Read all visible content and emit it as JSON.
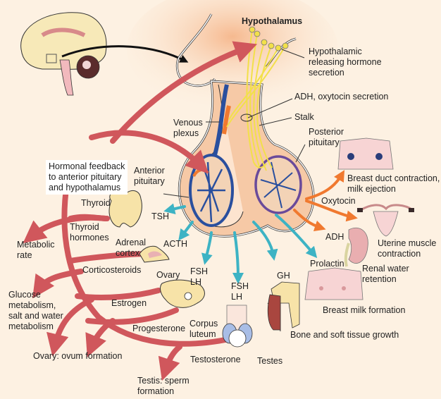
{
  "title": "Hypothalamus",
  "colors": {
    "background": "#fdf1e2",
    "feedback_arrow": "#d0575c",
    "anterior_arrow": "#3db3c4",
    "posterior_arrow": "#f0792f",
    "pituitary_fill": "#f6c9a6",
    "vessel_blue": "#2a4f9e",
    "nerve_yellow": "#f2e04a"
  },
  "labels": {
    "hypothalamus": "Hypothalamus",
    "releasing_hormone": "Hypothalamic\nreleasing hormone\nsecretion",
    "adh_oxytocin_secretion": "ADH, oxytocin secretion",
    "stalk": "Stalk",
    "venous_plexus": "Venous\nplexus",
    "posterior_pituitary": "Posterior\npituitary",
    "anterior_pituitary": "Anterior\npituitary",
    "feedback": "Hormonal feedback\nto anterior pituitary\nand hypothalamus",
    "thyroid": "Thyroid",
    "tsh": "TSH",
    "thyroid_hormones": "Thyroid\nhormones",
    "metabolic_rate": "Metabolic\nrate",
    "adrenal_cortex": "Adrenal\ncortex",
    "acth": "ACTH",
    "corticosteroids": "Corticosteroids",
    "ovary": "Ovary",
    "fsh_lh_1": "FSH\nLH",
    "fsh_lh_2": "FSH\nLH",
    "glucose": "Glucose\nmetabolism,\nsalt and water\nmetabolism",
    "estrogen": "Estrogen",
    "progesterone": "Progesterone",
    "corpus_luteum": "Corpus\nluteum",
    "ovum_formation": "Ovary: ovum formation",
    "testosterone": "Testosterone",
    "testes": "Testes",
    "sperm_formation": "Testis: sperm\nformation",
    "gh": "GH",
    "bone_growth": "Bone and soft tissue growth",
    "prolactin": "Prolactin",
    "breast_milk": "Breast milk formation",
    "adh": "ADH",
    "renal": "Renal water\nretention",
    "oxytocin": "Oxytocin",
    "uterine": "Uterine muscle\ncontraction",
    "breast_duct": "Breast duct contraction,\nmilk ejection"
  }
}
